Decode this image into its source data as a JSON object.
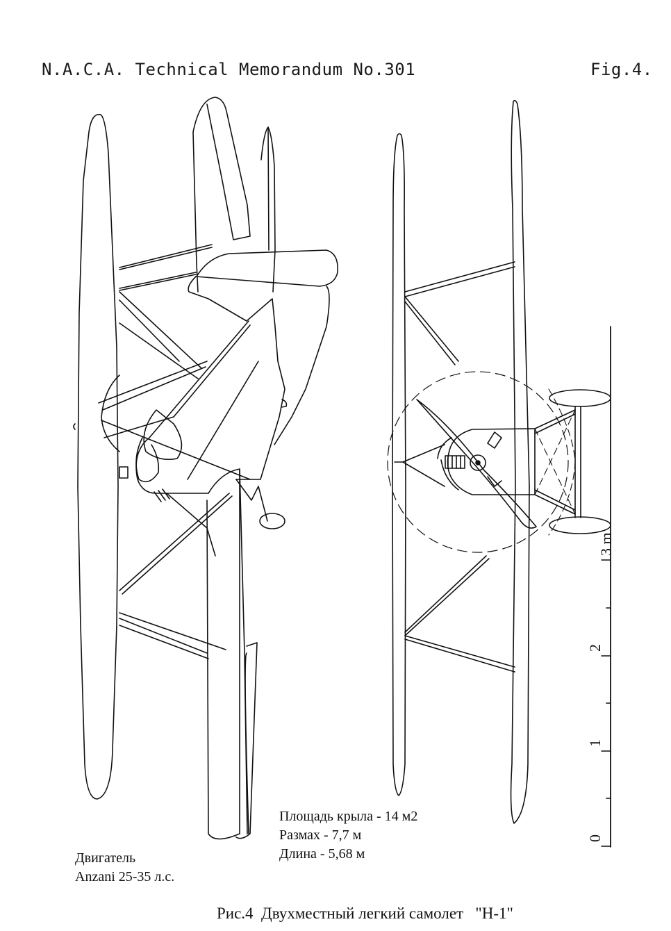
{
  "header": {
    "title": "N.A.C.A. Technical Memorandum No.301",
    "figure": "Fig.4."
  },
  "views": {
    "left": "plan-view-biplane",
    "right": "front-view-biplane"
  },
  "scale": {
    "unit": "m",
    "labels": [
      "0",
      "1",
      "2",
      "3"
    ],
    "unit_label": "3 m"
  },
  "specs": {
    "wing_area": "Площадь крыла - 14 м2",
    "span": "Размах - 7,7 м",
    "length": "Длина - 5,68 м"
  },
  "engine": {
    "label": "Двигатель",
    "model": "Anzani 25-35 л.с."
  },
  "caption": "Рис.4  Двухместный легкий самолет   \"Н-1\""
}
